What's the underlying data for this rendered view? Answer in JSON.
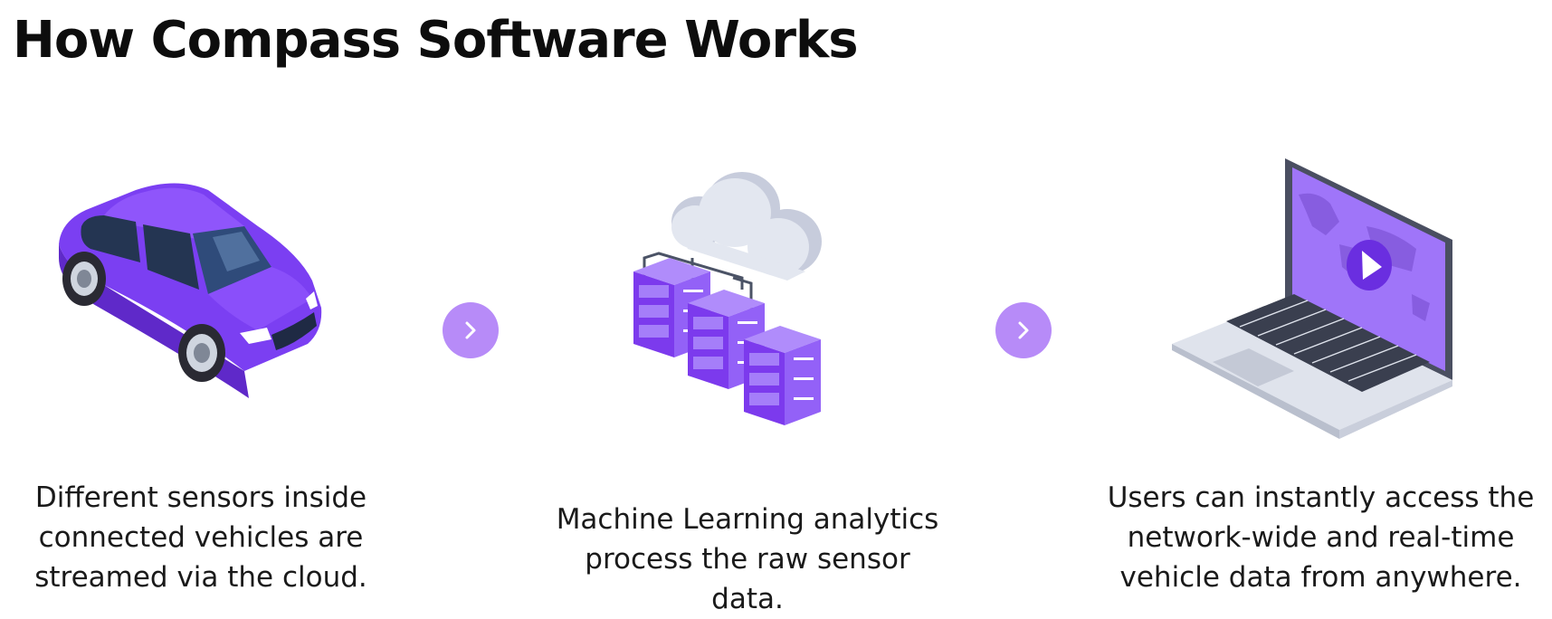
{
  "title": "How Compass Software Works",
  "steps": [
    {
      "icon": "car-icon",
      "caption": "Different sensors inside connected vehicles are streamed via the cloud."
    },
    {
      "icon": "cloud-servers-icon",
      "caption": "Machine Learning analytics process the raw sensor data."
    },
    {
      "icon": "laptop-map-icon",
      "caption": "Users can instantly access the network-wide and real-time vehicle data from anywhere."
    }
  ],
  "arrows": [
    {
      "icon": "chevron-right-icon"
    },
    {
      "icon": "chevron-right-icon"
    }
  ],
  "colors": {
    "accent_purple": "#7c3aed",
    "arrow_bg": "#b78bf8",
    "server_purple": "#8b5cf6",
    "cloud": "#e2e6ef"
  }
}
